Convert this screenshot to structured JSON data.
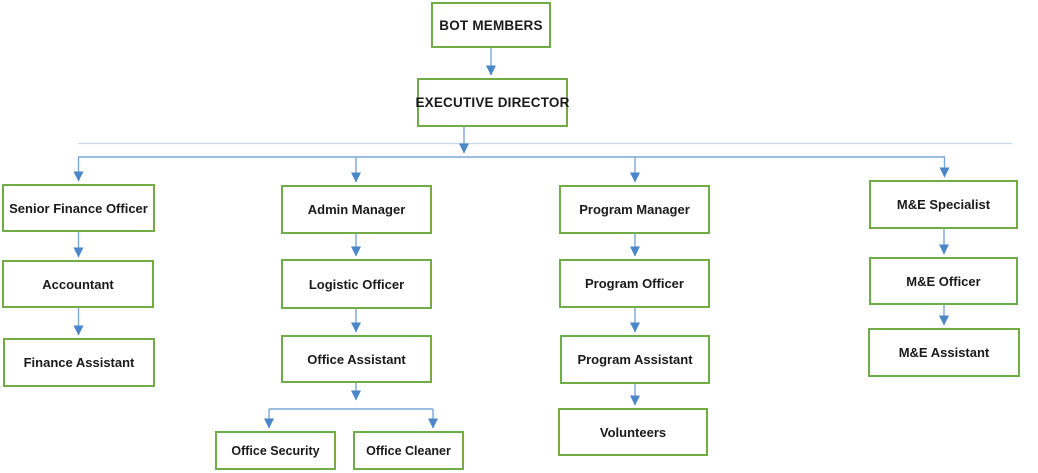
{
  "diagram_type": "org-chart",
  "colors": {
    "box_border": "#70AD47",
    "connector": "#7BA7D9",
    "connector_faint": "#CBD9EA",
    "arrowhead": "#4A86C8",
    "text": "#1A1A1A",
    "background": "#FFFFFF"
  },
  "nodes": {
    "bot": {
      "label": "BOT MEMBERS"
    },
    "executive_director": {
      "label": "EXECUTIVE DIRECTOR"
    },
    "senior_finance_officer": {
      "label": "Senior Finance Officer"
    },
    "accountant": {
      "label": "Accountant"
    },
    "finance_assistant": {
      "label": "Finance Assistant"
    },
    "admin_manager": {
      "label": "Admin Manager"
    },
    "logistic_officer": {
      "label": "Logistic Officer"
    },
    "office_assistant": {
      "label": "Office Assistant"
    },
    "office_security": {
      "label": "Office Security"
    },
    "office_cleaner": {
      "label": "Office Cleaner"
    },
    "program_manager": {
      "label": "Program Manager"
    },
    "program_officer": {
      "label": "Program Officer"
    },
    "program_assistant": {
      "label": "Program Assistant"
    },
    "volunteers": {
      "label": "Volunteers"
    },
    "me_specialist": {
      "label": "M&E Specialist"
    },
    "me_officer": {
      "label": "M&E Officer"
    },
    "me_assistant": {
      "label": "M&E Assistant"
    }
  },
  "edges": [
    {
      "from": "BOT MEMBERS",
      "to": "EXECUTIVE DIRECTOR"
    },
    {
      "from": "EXECUTIVE DIRECTOR",
      "to": "Senior Finance Officer"
    },
    {
      "from": "EXECUTIVE DIRECTOR",
      "to": "Admin Manager"
    },
    {
      "from": "EXECUTIVE DIRECTOR",
      "to": "Program Manager"
    },
    {
      "from": "EXECUTIVE DIRECTOR",
      "to": "M&E Specialist"
    },
    {
      "from": "Senior Finance Officer",
      "to": "Accountant"
    },
    {
      "from": "Accountant",
      "to": "Finance Assistant"
    },
    {
      "from": "Admin Manager",
      "to": "Logistic Officer"
    },
    {
      "from": "Logistic Officer",
      "to": "Office Assistant"
    },
    {
      "from": "Office Assistant",
      "to": "Office Security"
    },
    {
      "from": "Office Assistant",
      "to": "Office Cleaner"
    },
    {
      "from": "Program Manager",
      "to": "Program Officer"
    },
    {
      "from": "Program Officer",
      "to": "Program Assistant"
    },
    {
      "from": "Program Assistant",
      "to": "Volunteers"
    },
    {
      "from": "M&E Specialist",
      "to": "M&E Officer"
    },
    {
      "from": "M&E Officer",
      "to": "M&E Assistant"
    }
  ]
}
